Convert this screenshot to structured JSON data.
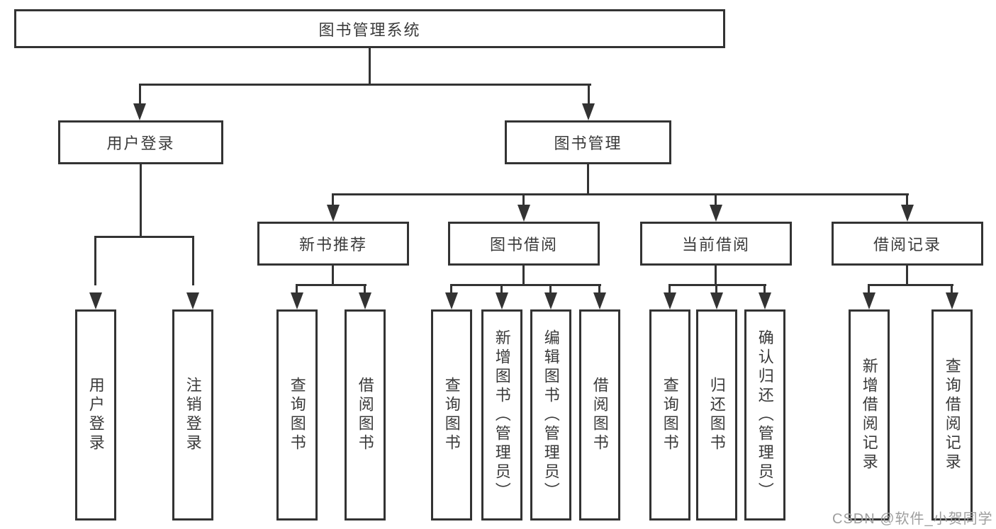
{
  "colors": {
    "line": "#333333",
    "node_border": "#333333",
    "text": "#3a3a3a",
    "background": "#ffffff",
    "watermark": "#9e9e9e"
  },
  "diagram": {
    "root": {
      "label": "图书管理系统"
    },
    "branches": [
      {
        "label": "用户登录",
        "children": [
          {
            "label": "用户登录"
          },
          {
            "label": "注销登录"
          }
        ]
      },
      {
        "label": "图书管理",
        "children": [
          {
            "label": "新书推荐",
            "children": [
              {
                "label": "查询图书"
              },
              {
                "label": "借阅图书"
              }
            ]
          },
          {
            "label": "图书借阅",
            "children": [
              {
                "label": "查询图书"
              },
              {
                "label": "新增图书（管理员）"
              },
              {
                "label": "编辑图书（管理员）"
              },
              {
                "label": "借阅图书"
              }
            ]
          },
          {
            "label": "当前借阅",
            "children": [
              {
                "label": "查询图书"
              },
              {
                "label": "归还图书"
              },
              {
                "label": "确认归还（管理员）"
              }
            ]
          },
          {
            "label": "借阅记录",
            "children": [
              {
                "label": "新增借阅记录"
              },
              {
                "label": "查询借阅记录"
              }
            ]
          }
        ]
      }
    ]
  },
  "watermark": {
    "text": "CSDN @软件_小贺同学"
  }
}
